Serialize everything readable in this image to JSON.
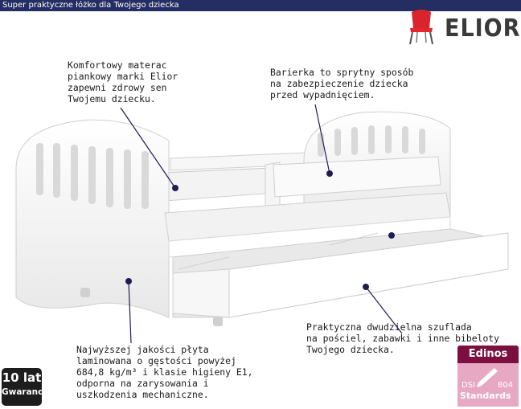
{
  "header": {
    "title": "Super praktyczne łóżko dla Twojego dziecka"
  },
  "brand": {
    "name": "ELIOR",
    "icon": "chair-icon",
    "color": "#d9242c"
  },
  "callouts": {
    "mattress": "Komfortowy materac\npiankowy marki Elior\nzapewni zdrowy sen\nTwojemu dziecku.",
    "barrier": "Barierka to sprytny sposób\nna zabezpieczenie dziecka\nprzed wypadnięciem.",
    "drawer": "Praktyczna dwudzielna szuflada\nna pościel, zabawki i inne bibeloty\nTwojego dziecka.",
    "board": "Najwyższej jakości płyta\nlaminowana o gęstości powyżej\n684,8 kg/m³ i klasie higieny E1,\nodporna na zarysowania i\nuszkodzenia mechaniczne."
  },
  "badges": {
    "warranty": {
      "line1": "10 lat",
      "line2": "Gwarancji"
    },
    "edinos": {
      "title": "Edinos",
      "left": "DSI",
      "right": "804",
      "bottom": "Standards"
    }
  },
  "colors": {
    "header_bg": "#242e63",
    "edinos_bg": "#e7a8c4",
    "edinos_head": "#7b0f40",
    "accent": "#1e1e55"
  }
}
